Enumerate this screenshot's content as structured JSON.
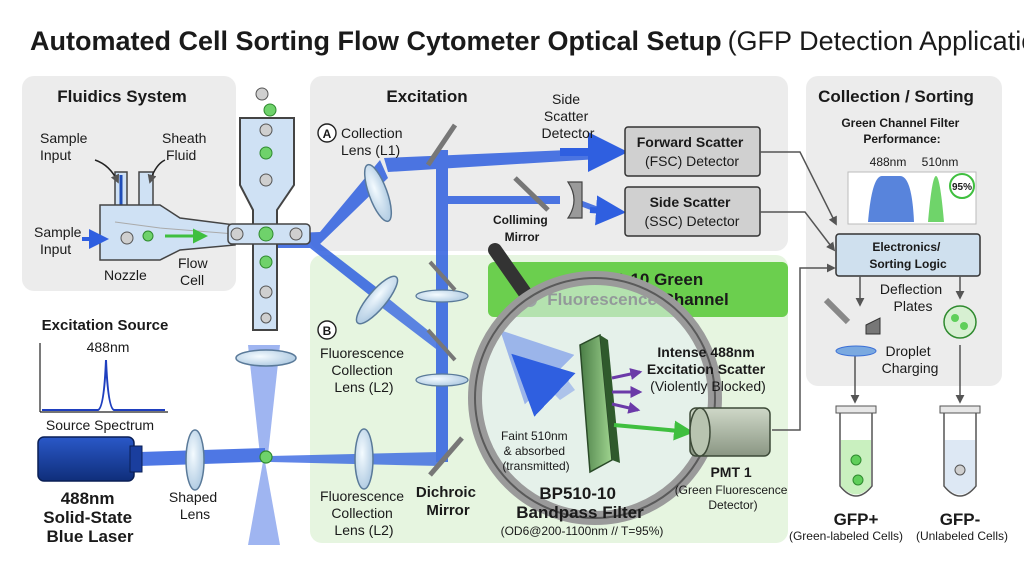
{
  "title": {
    "main": "Automated Cell Sorting Flow Cytometer Optical Setup",
    "sub": "(GFP Detection Application)"
  },
  "fluidics": {
    "heading": "Fluidics System",
    "sample_input_top": [
      "Sample",
      "Input"
    ],
    "sheath_fluid": [
      "Sheath",
      "Fluid"
    ],
    "sample_input_left": [
      "Sample",
      "Input"
    ],
    "nozzle": "Nozzle",
    "flow_cell": [
      "Flow",
      "Cell"
    ]
  },
  "excitation_source": {
    "heading": "Excitation Source",
    "peak": "488nm",
    "caption": "Source Spectrum",
    "laser": [
      "488nm",
      "Solid-State",
      "Blue Laser"
    ],
    "shaped_lens": [
      "Shaped",
      "Lens"
    ]
  },
  "excitation": {
    "heading": "Excitation",
    "marker_a": "A",
    "collection_lens": [
      "Collection",
      "Lens (L1)"
    ],
    "side_scatter_detector": [
      "Side",
      "Scatter",
      "Detector"
    ],
    "colliming_mirror": [
      "Colliming",
      "Mirror"
    ],
    "fsc": [
      "Forward Scatter",
      "(FSC) Detector"
    ],
    "ssc": [
      "Side Scatter",
      "(SSC) Detector"
    ],
    "marker_b": "B",
    "fluor_lens_upper": [
      "Fluorescence",
      "Collection",
      "Lens (L2)"
    ],
    "fluor_lens_lower": [
      "Fluorescence",
      "Collection",
      "Lens (L2)"
    ],
    "dichroic": [
      "Dichroic",
      "Mirror"
    ]
  },
  "green_channel": {
    "heading": [
      "BP510-10 Green",
      "Fluorescence Channel"
    ],
    "intense": [
      "Intense 488nm",
      "Excitation Scatter",
      "(Violently Blocked)"
    ],
    "faint": [
      "Faint 510nm",
      "& absorbed",
      "(transmitted)"
    ],
    "filter": [
      "BP510-10",
      "Bandpass Filter"
    ],
    "filter_spec": "(OD6@200-1100nm // T=95%)",
    "pmt": [
      "PMT 1",
      "(Green Fluorescence",
      "Detector)"
    ]
  },
  "collection": {
    "heading": "Collection / Sorting",
    "filter_perf": [
      "Green Channel Filter",
      "Performance:"
    ],
    "band_488": "488nm",
    "band_510": "510nm",
    "transmission": "95%",
    "electronics": [
      "Electronics/",
      "Sorting Logic"
    ],
    "deflection": [
      "Deflection",
      "Plates"
    ],
    "droplet": [
      "Droplet",
      "Charging"
    ],
    "gfp_pos": "GFP+",
    "gfp_pos_sub": "(Green-labeled Cells)",
    "gfp_neg": "GFP-",
    "gfp_neg_sub": "(Unlabeled Cells)"
  },
  "colors": {
    "laser_blue": "#2f5fe0",
    "fluor_green": "#3fbf3f",
    "panel_gray": "#ececec",
    "panel_green": "#e6f5e0",
    "header_green": "#6bcf4e",
    "detector_box": "#d0d0d0",
    "electronics_box": "#cfe0ee"
  }
}
